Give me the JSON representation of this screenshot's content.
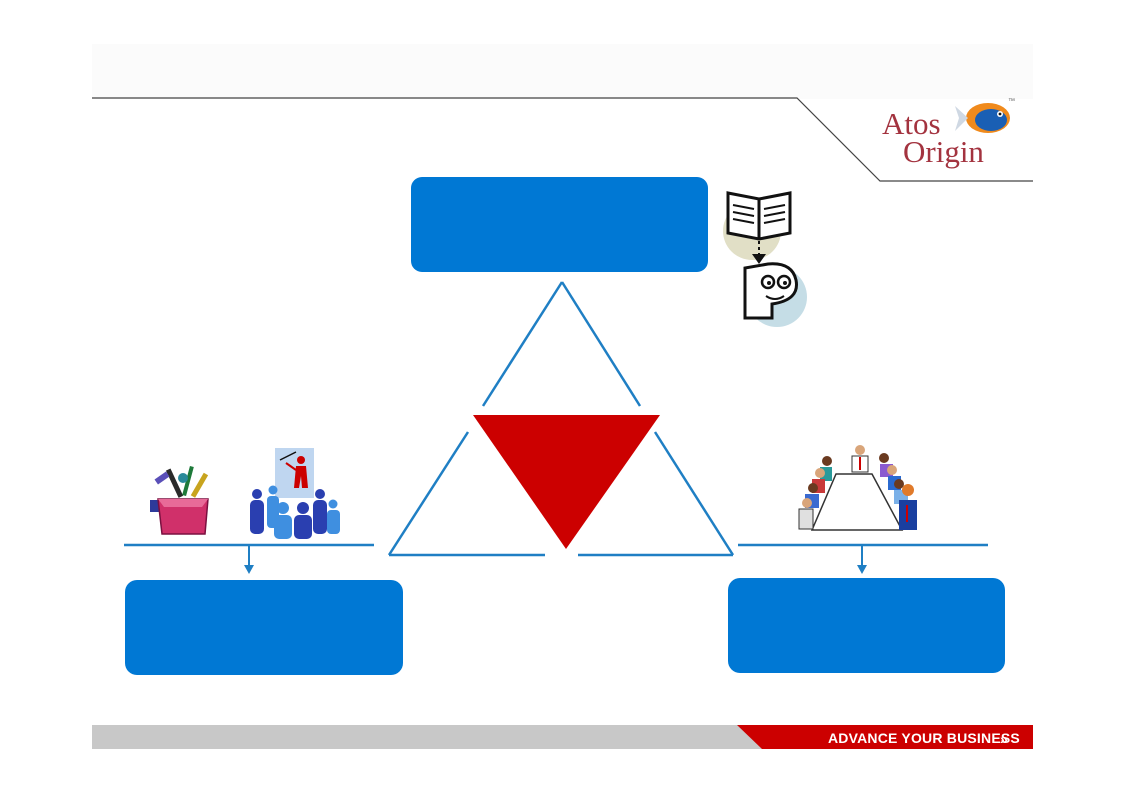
{
  "colors": {
    "box_blue": "#0078d4",
    "line_blue": "#1f7fc4",
    "red": "#cc0000",
    "logo_text": "#a3333f",
    "footer_gray": "#c8c8c8",
    "footer_red": "#cc0000",
    "header_line": "#444444"
  },
  "logo": {
    "line1": "Atos",
    "line2": "Origin",
    "tm": "™"
  },
  "footer": {
    "tagline": "ADVANCE YOUR BUSINESS",
    "chevrons": "»"
  },
  "diagram": {
    "boxes": {
      "top": "",
      "left": "",
      "right": ""
    },
    "icons": [
      "book-reader-icon",
      "toolbox-icon",
      "presentation-icon",
      "meeting-table-icon"
    ]
  }
}
